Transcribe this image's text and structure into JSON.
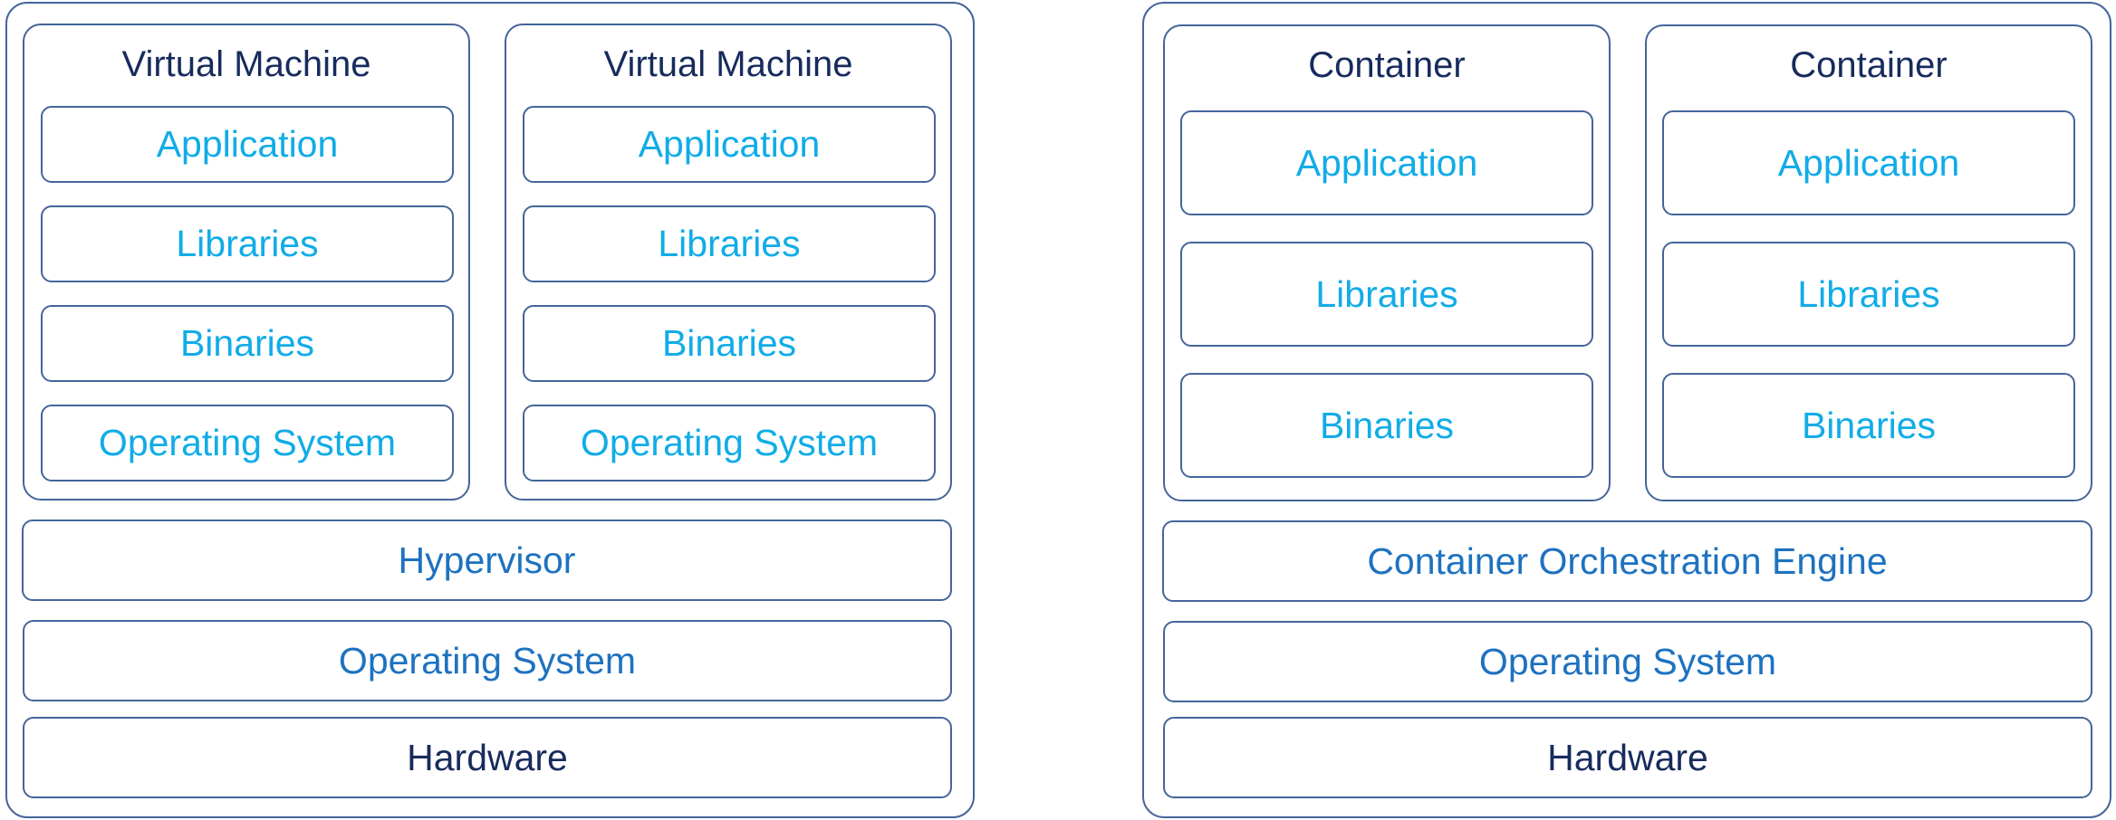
{
  "vm_stack": {
    "machines": [
      {
        "title": "Virtual Machine",
        "layers": [
          "Application",
          "Libraries",
          "Binaries",
          "Operating System"
        ]
      },
      {
        "title": "Virtual Machine",
        "layers": [
          "Application",
          "Libraries",
          "Binaries",
          "Operating System"
        ]
      }
    ],
    "hypervisor": "Hypervisor",
    "operating_system": "Operating System",
    "hardware": "Hardware"
  },
  "container_stack": {
    "containers": [
      {
        "title": "Container",
        "layers": [
          "Application",
          "Libraries",
          "Binaries"
        ]
      },
      {
        "title": "Container",
        "layers": [
          "Application",
          "Libraries",
          "Binaries"
        ]
      }
    ],
    "orchestration_engine": "Container Orchestration Engine",
    "operating_system": "Operating System",
    "hardware": "Hardware"
  },
  "colors": {
    "border": "#45659a",
    "title_text": "#172b5d",
    "inner_text": "#11ace7",
    "layer_text": "#1e72c0"
  }
}
